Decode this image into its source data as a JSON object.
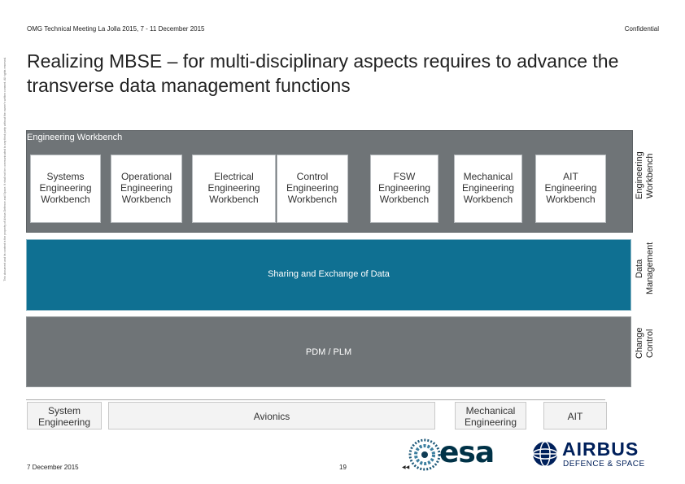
{
  "header": {
    "meeting": "OMG Technical Meeting La Jolla 2015, 7 - 11 December 2015",
    "confidentiality": "Confidential"
  },
  "title": "Realizing MBSE – for multi-disciplinary aspects requires to advance the transverse data management functions",
  "side_note": "This document and its content is the property of Airbus Defence and Space. It shall not be communicated to any third party without the owner's written consent. All rights reserved.",
  "workbench": {
    "band_label": "Engineering Workbench",
    "items": [
      [
        "Systems",
        "Engineering",
        "Workbench"
      ],
      [
        "Operational",
        "Engineering",
        "Workbench"
      ],
      [
        "Electrical",
        "Engineering",
        "Workbench"
      ],
      [
        "Control",
        "Engineering",
        "Workbench"
      ],
      [
        "FSW",
        "Engineering",
        "Workbench"
      ],
      [
        "Mechanical",
        "Engineering",
        "Workbench"
      ],
      [
        "AIT",
        "Engineering",
        "Workbench"
      ]
    ]
  },
  "data_management": {
    "band_label": "Sharing and Exchange of Data"
  },
  "pdm": {
    "band_label": "PDM / PLM"
  },
  "right_labels": {
    "workbench": [
      "Engineering",
      "Workbench"
    ],
    "data": [
      "Data",
      "Management"
    ],
    "change": [
      "Change",
      "Control"
    ]
  },
  "bottom": {
    "system": [
      "System",
      "Engineering"
    ],
    "avionics": "Avionics",
    "mechanical": [
      "Mechanical",
      "Engineering"
    ],
    "ait": "AIT"
  },
  "footer": {
    "date": "7 December 2015",
    "page": "19",
    "nav": "◀◀"
  },
  "logos": {
    "esa": "esa",
    "airbus": "AIRBUS",
    "airbus_sub": "DEFENCE & SPACE"
  },
  "colors": {
    "band_gray": "#6f7477",
    "data_blue": "#0f7092",
    "esa_blue": "#003247",
    "airbus_blue": "#00205b"
  }
}
